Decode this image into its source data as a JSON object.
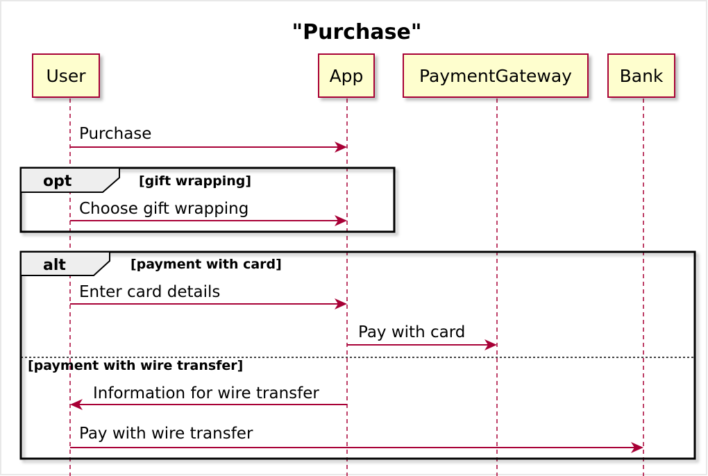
{
  "title": "\"Purchase\"",
  "participants": [
    "User",
    "App",
    "PaymentGateway",
    "Bank"
  ],
  "messages": [
    {
      "from": "User",
      "to": "App",
      "label": "Purchase"
    },
    {
      "from": "User",
      "to": "App",
      "label": "Choose gift wrapping"
    },
    {
      "from": "User",
      "to": "App",
      "label": "Enter card details"
    },
    {
      "from": "App",
      "to": "PaymentGateway",
      "label": "Pay with card"
    },
    {
      "from": "App",
      "to": "User",
      "label": "Information for wire transfer"
    },
    {
      "from": "User",
      "to": "Bank",
      "label": "Pay with wire transfer"
    }
  ],
  "fragments": {
    "opt": {
      "kind": "opt",
      "condition": "[gift wrapping]"
    },
    "alt": {
      "kind": "alt",
      "condition": "[payment with card]",
      "else_condition": "[payment with wire transfer]"
    }
  },
  "colors": {
    "participant_fill": "#FEFECE",
    "participant_border": "#A80036",
    "arrow": "#A80036",
    "tab_fill": "#EEEEEE"
  }
}
